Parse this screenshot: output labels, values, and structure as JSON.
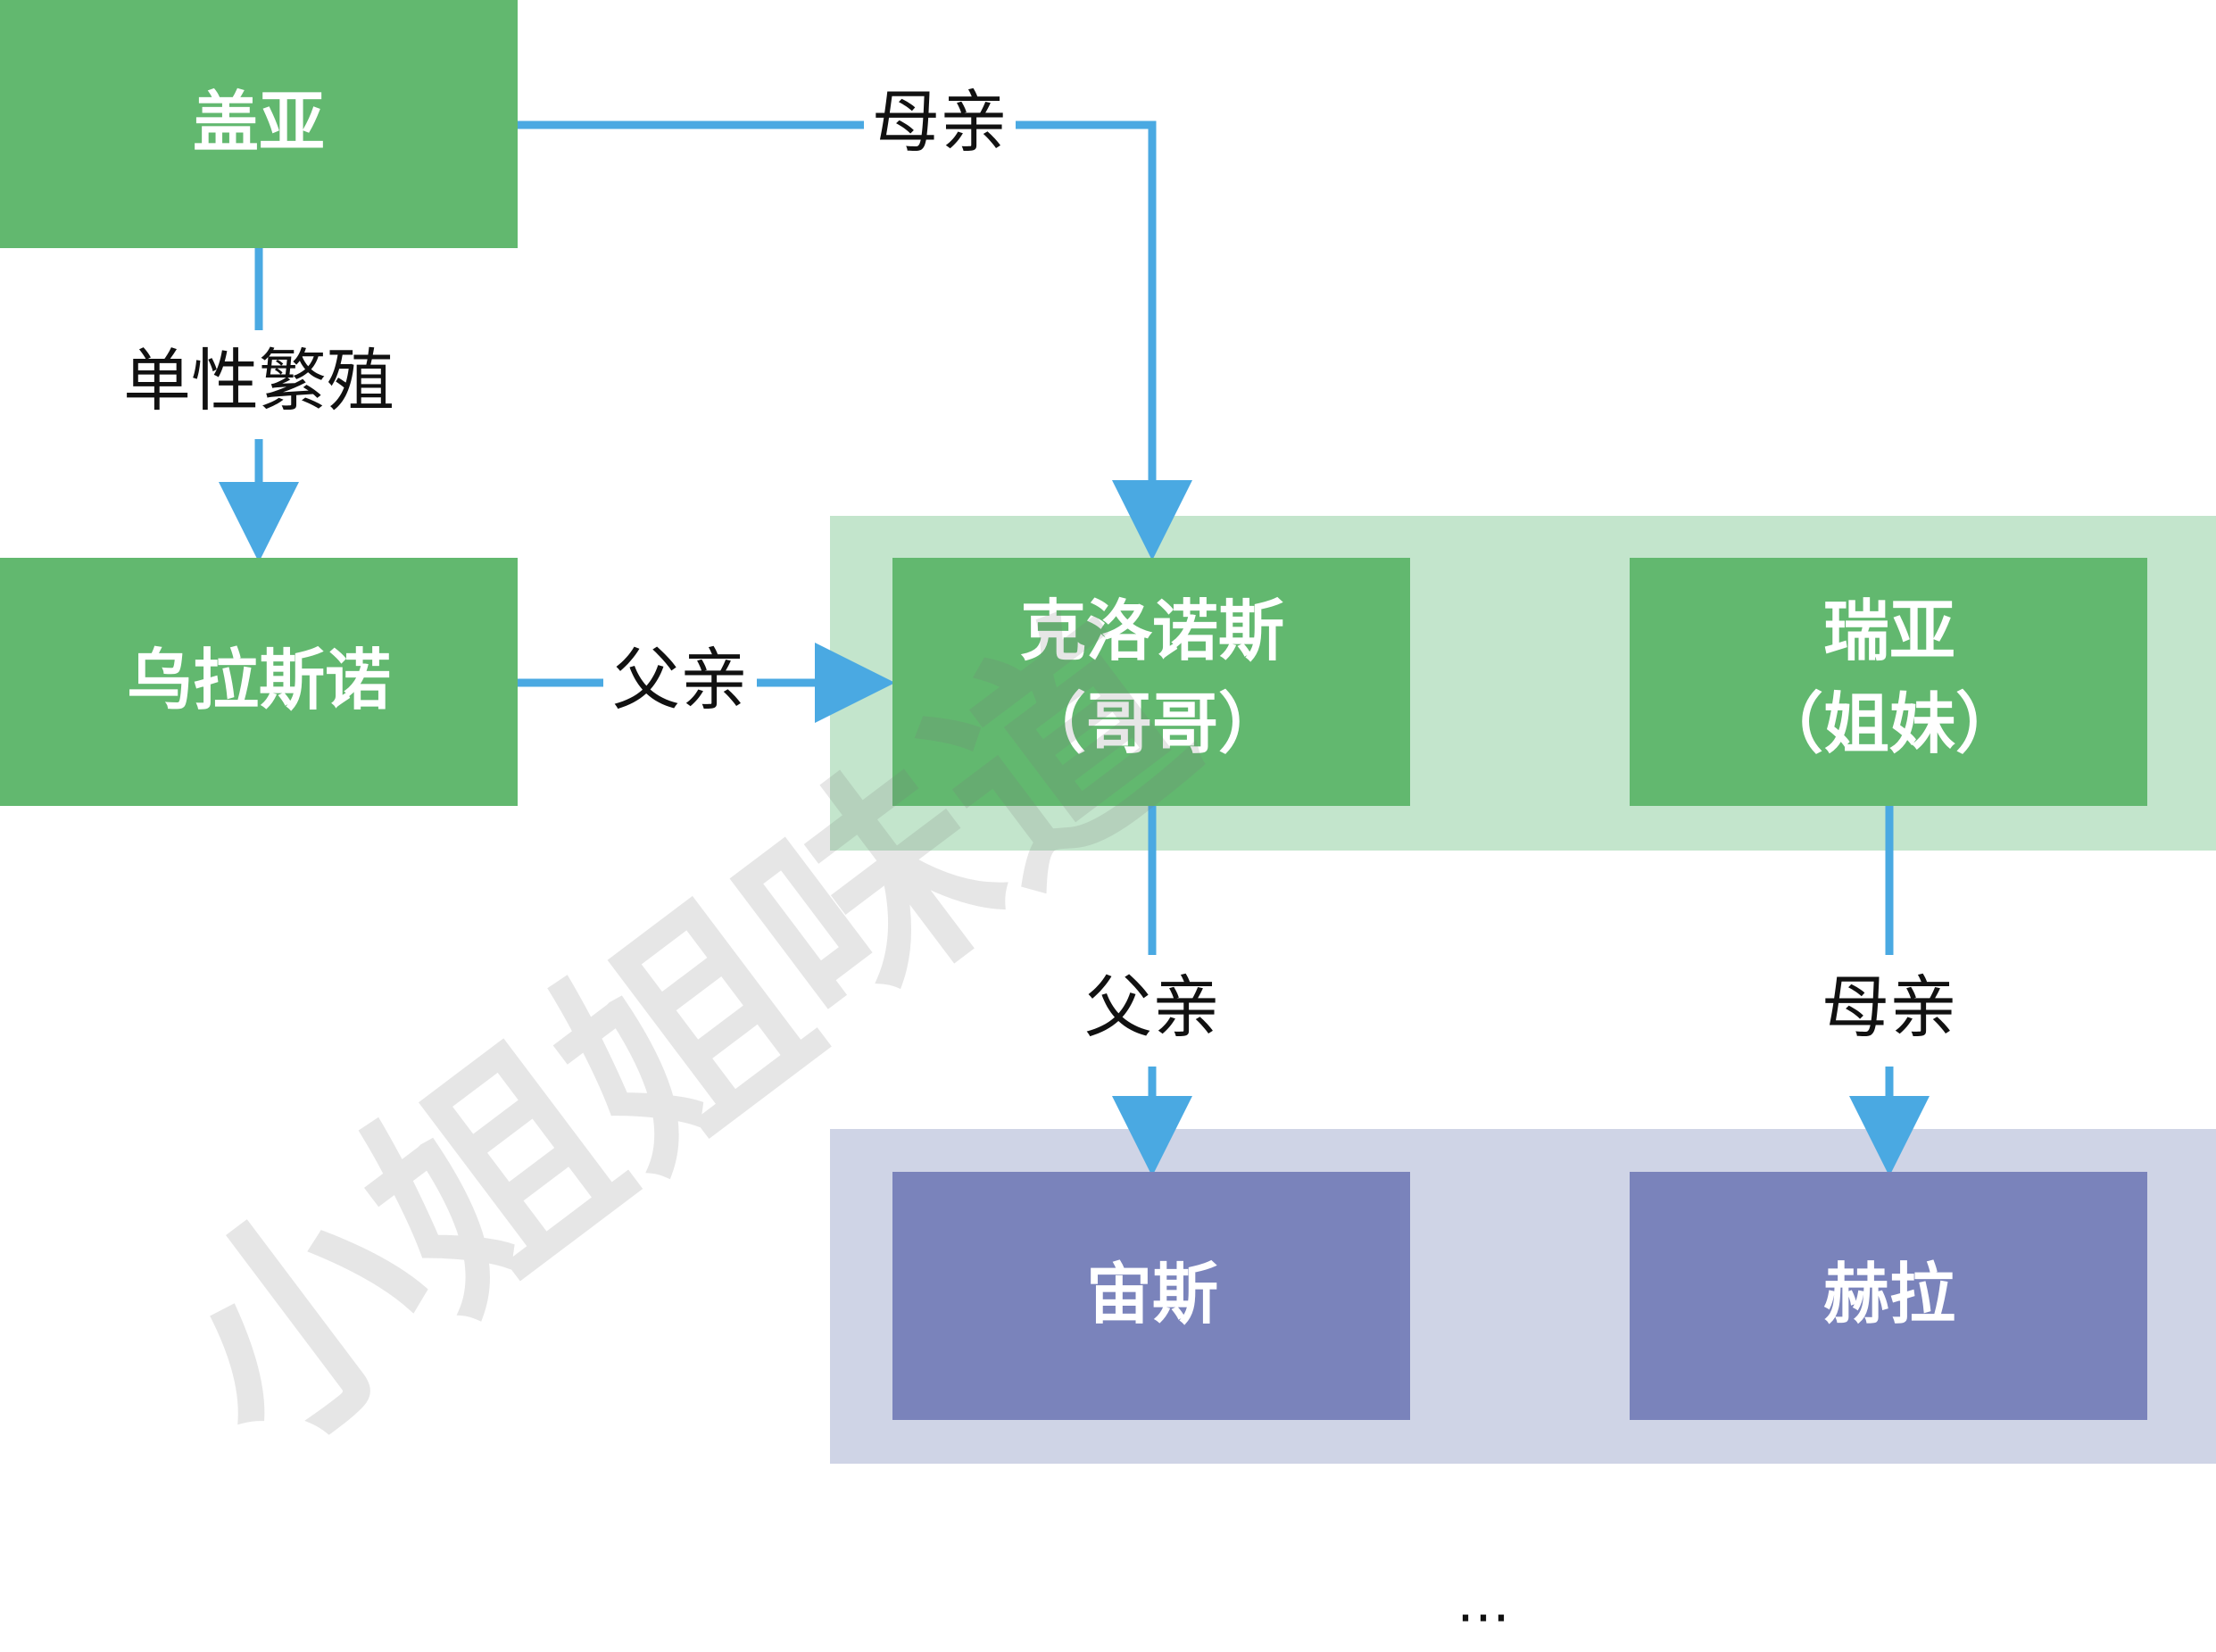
{
  "colors": {
    "node_green": "#62b86f",
    "node_purple": "#7a83bb",
    "group_green_bg": "#c3e5cc",
    "group_purple_bg": "#cfd4e6",
    "edge_blue": "#4aa9e2",
    "text_dark": "#111111",
    "node_text": "#ffffff"
  },
  "nodes": {
    "gaia": {
      "label": "盖亚"
    },
    "uranus": {
      "label": "乌拉斯诺"
    },
    "cronus": {
      "line1": "克洛诺斯",
      "line2": "（哥哥）"
    },
    "rhea": {
      "line1": "瑞亚",
      "line2": "（姐妹）"
    },
    "zeus": {
      "label": "宙斯"
    },
    "hera": {
      "label": "赫拉"
    }
  },
  "edges": {
    "gaia_to_uranus": {
      "label": "单性繁殖"
    },
    "gaia_to_cronus": {
      "label": "母亲"
    },
    "uranus_to_cronus": {
      "label": "父亲"
    },
    "cronus_to_zeus": {
      "label": "父亲"
    },
    "rhea_to_hera": {
      "label": "母亲"
    }
  },
  "ellipsis": "…",
  "watermark": "小姐姐味道"
}
